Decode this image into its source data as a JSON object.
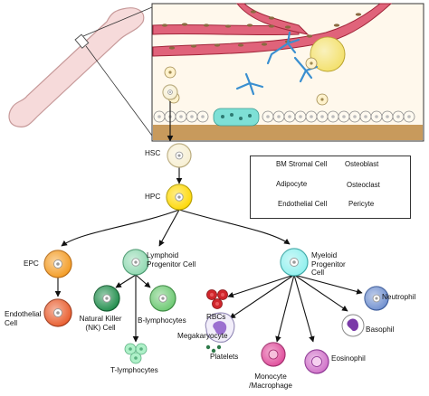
{
  "colors": {
    "bone": "#f6dada",
    "bone_stroke": "#c79a9a",
    "vessel": "#e0637a",
    "vessel_stroke": "#a0263a",
    "pericyte": "#8a6a40",
    "stromal": "#3a8fd0",
    "adipocyte": "#f3e06a",
    "osteoclast": "#7ee0d6",
    "endosteum": "#c89a5c",
    "hsc": "#f7efd2",
    "hpc": "#ffd800",
    "epc": "#f39a20",
    "endothelial_cell": "#e85a2a",
    "lymphoid": "#8fd8b0",
    "myeloid": "#8ff0ee",
    "nk": "#1e8c4a",
    "b_lymph": "#6ac870",
    "t_lymph": "#aef0c8",
    "rbc": "#d0262c",
    "megakaryocyte": "#9b6fd0",
    "neutrophil": "#6f8fcf",
    "basophil": "#ffffff",
    "monocyte": "#e04a9a",
    "eosinophil": "#d070c8"
  },
  "icons": [
    "bone-icon",
    "blood-vessel-icon",
    "adipocyte-icon",
    "stromal-cell-icon",
    "osteoblast-icon",
    "osteoclast-icon",
    "endothelial-cell-icon",
    "pericyte-icon"
  ],
  "cells": {
    "hsc": "HSC",
    "hpc": "HPC",
    "epc": "EPC",
    "endothelial_cell": "Endothelial\nCell",
    "lymphoid": "Lymphoid\nProgenitor Cell",
    "myeloid": "Myeloid\nProgenitor\nCell",
    "nk": "Natural Killer\n(NK) Cell",
    "b_lymph": "B-lymphocytes",
    "t_lymph": "T-lymphocytes",
    "rbcs": "RBCs",
    "megakaryocyte": "Megakaryocyte",
    "platelets": "Platelets",
    "monocyte": "Monocyte\n/Macrophage",
    "eosinophil": "Eosinophil",
    "basophil": "Basophil",
    "neutrophil": "Neutrophil"
  },
  "legend": {
    "stromal": "BM Stromal Cell",
    "osteoblast": "Osteoblast",
    "adipocyte": "Adipocyte",
    "osteoclast": "Osteoclast",
    "endothelial": "Endothelial Cell",
    "pericyte": "Pericyte"
  }
}
